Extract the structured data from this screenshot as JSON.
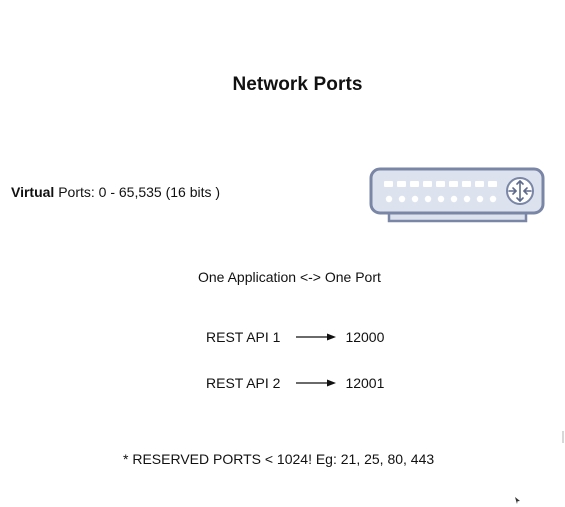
{
  "slide": {
    "title": "Network Ports",
    "virtual_ports_bold": "Virtual",
    "virtual_ports_rest": " Ports: 0 - 65,535 (16 bits )",
    "one_app": "One Application <-> One Port",
    "mappings": [
      {
        "api": "REST API 1",
        "port": "12000"
      },
      {
        "api": "REST API 2",
        "port": "12001"
      }
    ],
    "reserved": "* RESERVED PORTS < 1024! Eg: 21, 25, 80, 443"
  },
  "icons": {
    "switch": "network-switch-icon",
    "arrow": "arrow-right-icon"
  },
  "colors": {
    "switch_fill": "#dde3ee",
    "switch_stroke": "#7a86a6",
    "text": "#111111"
  }
}
